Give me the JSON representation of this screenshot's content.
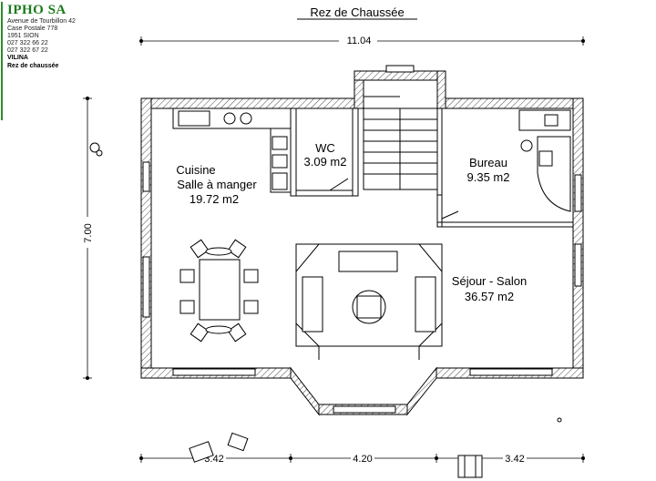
{
  "header": {
    "company": "IPHO SA",
    "address_lines": [
      "Avenue de Tourbillon 42",
      "Case Postale 778",
      "1951 SION",
      "027 322 66 22",
      "027 322 67 22"
    ],
    "project": "VILINA",
    "level": "Rez de chaussée"
  },
  "plan": {
    "title": "Rez de Chaussée",
    "dimensions": {
      "total_width": "11.04",
      "depth": "7.00",
      "bottom_left": "3.42",
      "bottom_middle": "4.20",
      "bottom_right": "3.42"
    },
    "rooms": [
      {
        "name": "Cuisine",
        "name2": "Salle à manger",
        "area": "19.72 m2"
      },
      {
        "name": "WC",
        "area": "3.09 m2"
      },
      {
        "name": "Bureau",
        "area": "9.35 m2"
      },
      {
        "name": "Séjour - Salon",
        "area": "36.57 m2"
      }
    ]
  }
}
